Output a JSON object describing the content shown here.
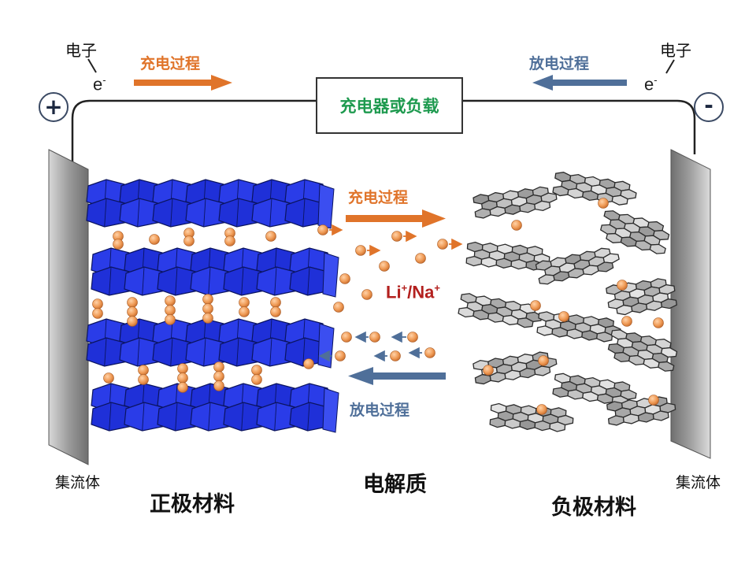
{
  "labels": {
    "electron_left": "电子",
    "electron_right": "电子",
    "electron_symbol": "e",
    "electron_charge": "-",
    "charge_process_top": "充电过程",
    "discharge_process_top": "放电过程",
    "charger_or_load": "充电器或负载",
    "charge_process_mid": "充电过程",
    "discharge_process_mid": "放电过程",
    "ion_li": "Li",
    "ion_plus1": "+",
    "ion_slash_na": "/Na",
    "ion_plus2": "+",
    "collector_left": "集流体",
    "collector_right": "集流体",
    "cathode_material": "正极材料",
    "electrolyte": "电解质",
    "anode_material": "负极材料",
    "terminal_positive": "+",
    "terminal_negative": "-"
  },
  "colors": {
    "charge": "#e0742a",
    "discharge": "#4f6f99",
    "charger_text": "#1e9a4f",
    "ion_text": "#b3201e",
    "cathode_blue": "#1d2fd6",
    "ion_ball": "#ef9a55",
    "collector_gray": "#9a9a9a",
    "graphene_gray": "#b8b8b8"
  },
  "icons": {
    "positive_terminal": "plus-circle-icon",
    "negative_terminal": "minus-circle-icon"
  }
}
